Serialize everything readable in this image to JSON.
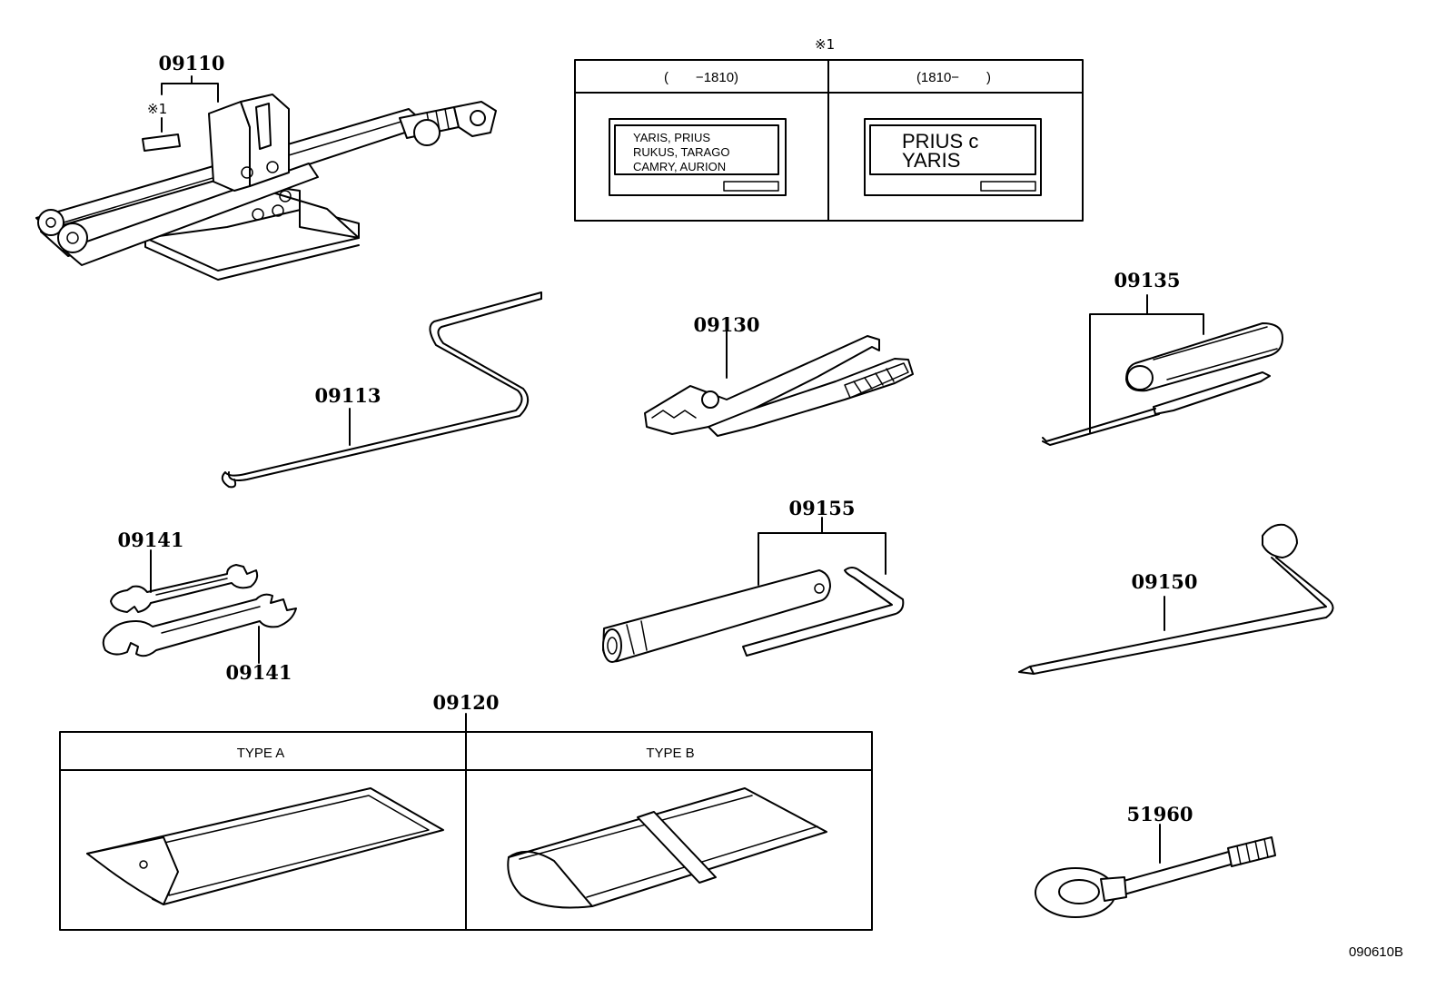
{
  "reference_mark": "※1",
  "parts": {
    "jack": "09110",
    "jack_handle": "09113",
    "pliers": "09130",
    "screwdriver": "09135",
    "wrench_small": "09141",
    "wrench_large": "09141",
    "plug_wrench": "09155",
    "lug_wrench": "09150",
    "tool_bag": "09120",
    "towing_eye": "51960"
  },
  "label_table": {
    "col_left_header": "(　　−1810)",
    "col_right_header": "(1810−　　)",
    "left_plate_lines": [
      "YARIS, PRIUS",
      "RUKUS, TARAGO",
      "CAMRY, AURION"
    ],
    "right_plate_lines": [
      "PRIUS c",
      "YARIS"
    ]
  },
  "bag_table": {
    "type_a": "TYPE A",
    "type_b": "TYPE B"
  },
  "diagram_code": "090610B"
}
